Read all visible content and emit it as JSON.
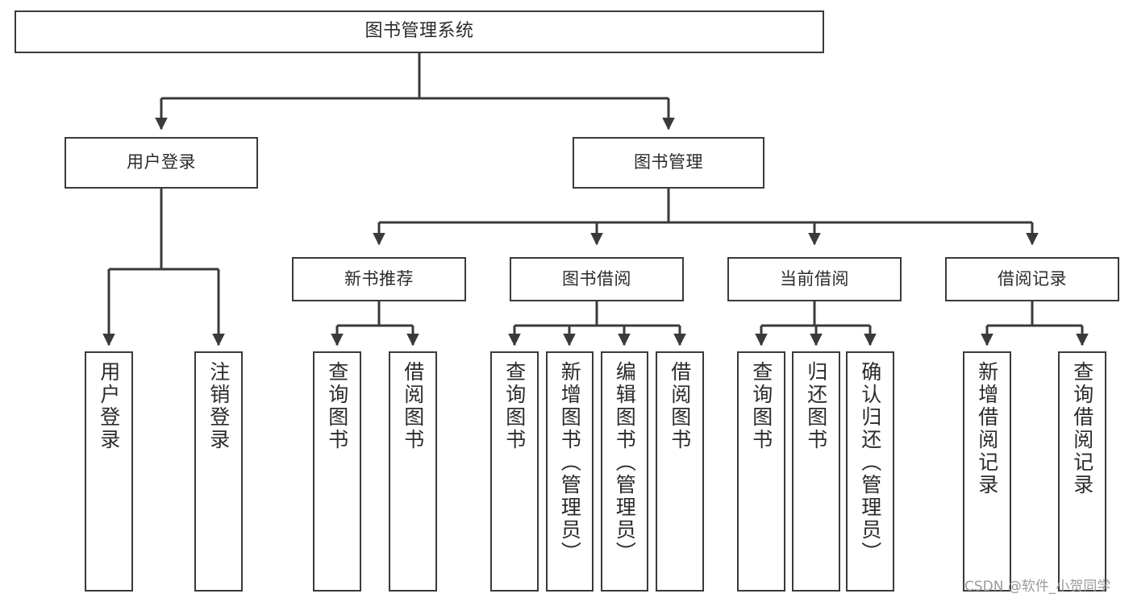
{
  "diagram": {
    "title": "图书管理系统",
    "type": "tree-hierarchy-chart",
    "watermark": "CSDN @软件_小贺同学",
    "colors": {
      "box_border": "#3a3a3a",
      "box_fill": "#ffffff",
      "edge": "#3a3a3a",
      "text": "#2b2b2b",
      "watermark": "#9a9a9a",
      "background": "#ffffff"
    },
    "nodes": {
      "root": {
        "label": "图书管理系统"
      },
      "level2": [
        {
          "label": "用户登录"
        },
        {
          "label": "图书管理"
        }
      ],
      "level3": [
        {
          "label": "新书推荐"
        },
        {
          "label": "图书借阅"
        },
        {
          "label": "当前借阅"
        },
        {
          "label": "借阅记录"
        }
      ],
      "leaves_user_login": [
        {
          "label": "用户登录"
        },
        {
          "label": "注销登录"
        }
      ],
      "leaves_new_book": [
        {
          "label": "查询图书"
        },
        {
          "label": "借阅图书"
        }
      ],
      "leaves_borrow": [
        {
          "label": "查询图书"
        },
        {
          "label": "新增图书（管理员）"
        },
        {
          "label": "编辑图书（管理员）"
        },
        {
          "label": "借阅图书"
        }
      ],
      "leaves_current": [
        {
          "label": "查询图书"
        },
        {
          "label": "归还图书"
        },
        {
          "label": "确认归还（管理员）"
        }
      ],
      "leaves_records": [
        {
          "label": "新增借阅记录"
        },
        {
          "label": "查询借阅记录"
        }
      ]
    }
  }
}
